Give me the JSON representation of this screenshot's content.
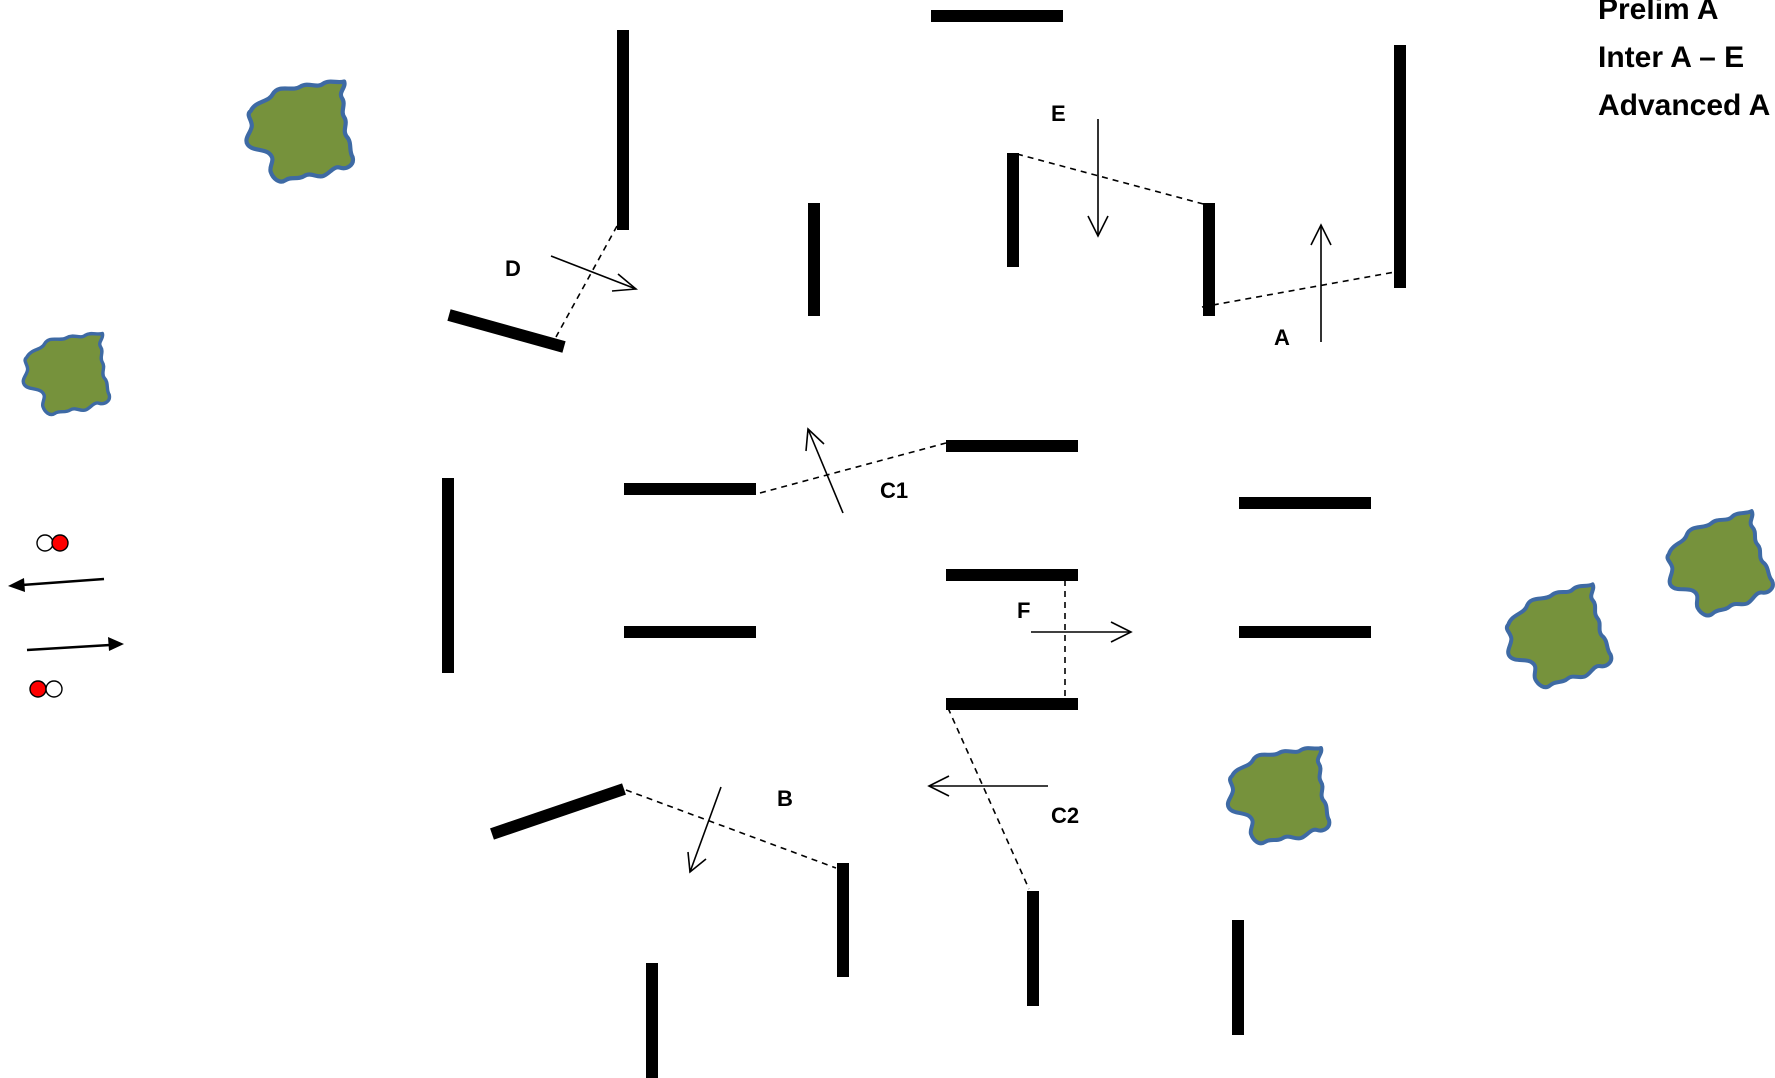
{
  "legend": [
    "Prelim A",
    "Inter A – E",
    "Advanced A"
  ],
  "labels": {
    "A": "A",
    "B": "B",
    "C1": "C1",
    "C2": "C2",
    "D": "D",
    "E": "E",
    "F": "F"
  },
  "colors": {
    "bar": "#000000",
    "bush_fill": "#76923c",
    "bush_outline": "#3e6aa4",
    "marker_red": "#ff0000",
    "marker_white": "#ffffff"
  },
  "icons": [
    "bush-icon",
    "start-marker-icon",
    "direction-arrow-icon"
  ]
}
